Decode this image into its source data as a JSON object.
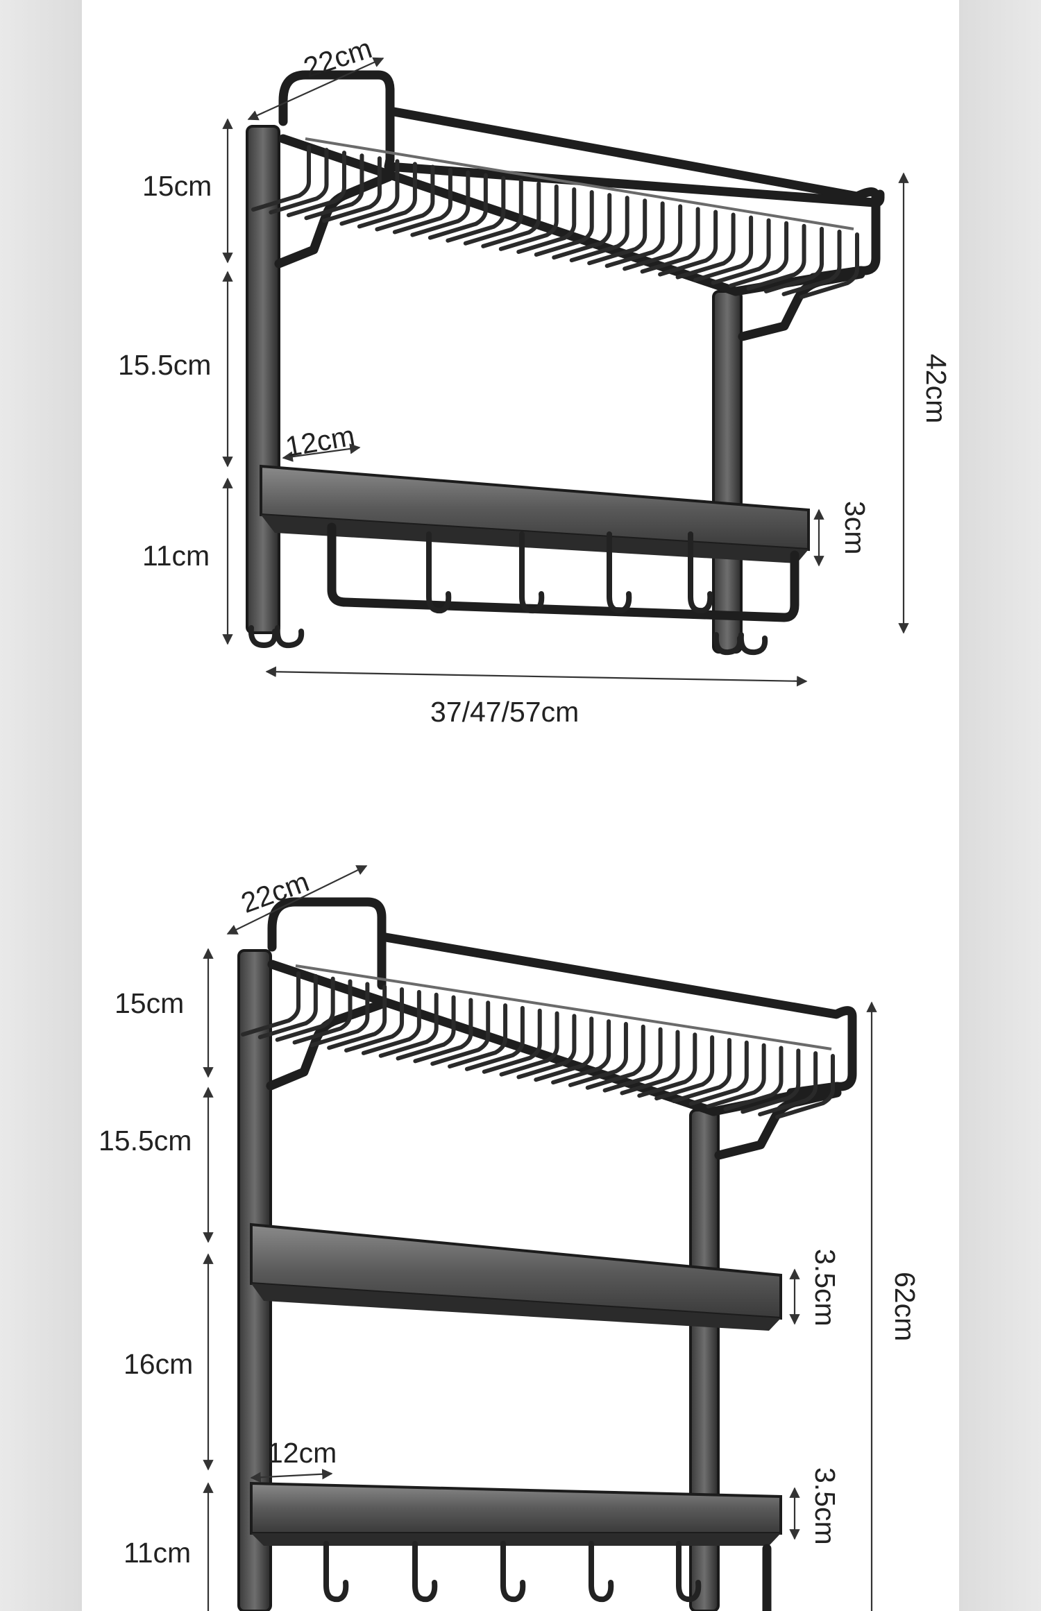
{
  "diagram_a": {
    "depth_top": "22cm",
    "height_1": "15cm",
    "height_2": "15.5cm",
    "depth_bottom": "12cm",
    "height_3": "11cm",
    "lip": "3cm",
    "total_height": "42cm",
    "width": "37/47/57cm"
  },
  "diagram_b": {
    "depth_top": "22cm",
    "height_1": "15cm",
    "height_2": "15.5cm",
    "lip_mid": "3.5cm",
    "total_height": "62cm",
    "height_3": "16cm",
    "depth_bottom": "12cm",
    "height_4": "11cm",
    "lip_bottom": "3.5cm"
  },
  "colors": {
    "frame": "#1e1e1e",
    "tray": "#5f5f5f",
    "background": "#ffffff",
    "side": "#e6e6e6"
  }
}
